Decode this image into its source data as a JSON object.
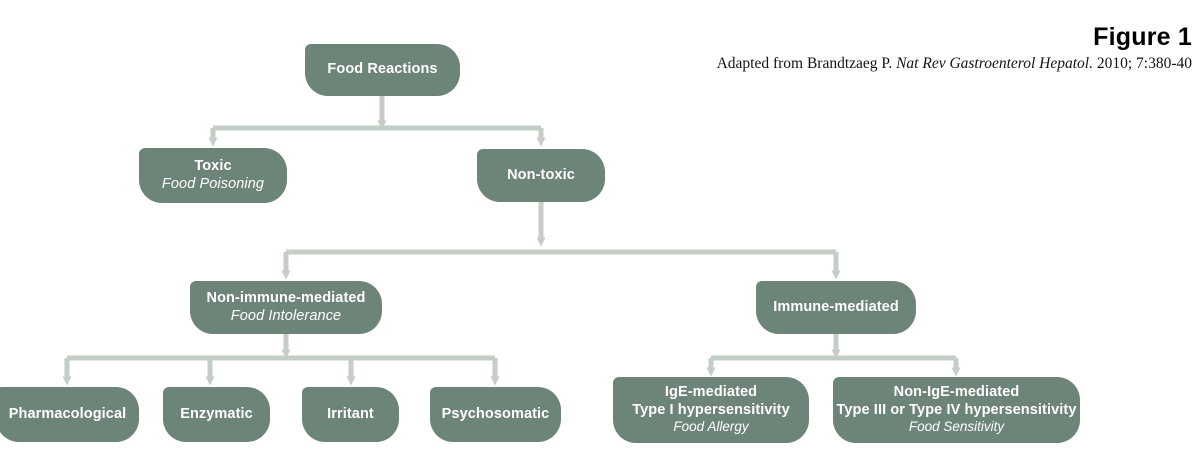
{
  "figure": {
    "title": "Figure 1",
    "credit_prefix": "Adapted from Brandtzaeg P. ",
    "credit_journal": "Nat Rev Gastroenterol Hepatol.",
    "credit_suffix": " 2010; 7:380-40"
  },
  "colors": {
    "node_fill": "#6d8478",
    "node_text": "#ffffff",
    "connector": "#c4cdc6",
    "background": "#ffffff",
    "heading_text": "#000000"
  },
  "nodes": {
    "food_reactions": {
      "title": "Food Reactions"
    },
    "toxic": {
      "title": "Toxic",
      "subtitle": "Food Poisoning"
    },
    "nontoxic": {
      "title": "Non-toxic"
    },
    "non_immune": {
      "title": "Non-immune-mediated",
      "subtitle": "Food Intolerance"
    },
    "immune": {
      "title": "Immune-mediated"
    },
    "pharmacological": {
      "title": "Pharmacological"
    },
    "enzymatic": {
      "title": "Enzymatic"
    },
    "irritant": {
      "title": "Irritant"
    },
    "psychosomatic": {
      "title": "Psychosomatic"
    },
    "ige_mediated": {
      "title": "IgE-mediated",
      "line2": "Type I hypersensitivity",
      "subtitle": "Food Allergy"
    },
    "non_ige_mediated": {
      "title": "Non-IgE-mediated",
      "line2": "Type III or Type IV hypersensitivity",
      "subtitle": "Food Sensitivity"
    }
  },
  "chart_data": {
    "type": "diagram",
    "title": "Figure 1",
    "diagram_kind": "hierarchical-flowchart",
    "levels": [
      [
        "Food Reactions"
      ],
      [
        "Toxic / Food Poisoning",
        "Non-toxic"
      ],
      [
        "Non-immune-mediated / Food Intolerance",
        "Immune-mediated"
      ],
      [
        "Pharmacological",
        "Enzymatic",
        "Irritant",
        "Psychosomatic",
        "IgE-mediated / Type I hypersensitivity / Food Allergy",
        "Non-IgE-mediated / Type III or Type IV hypersensitivity / Food Sensitivity"
      ]
    ],
    "edges": [
      {
        "from": "Food Reactions",
        "to": "Toxic"
      },
      {
        "from": "Food Reactions",
        "to": "Non-toxic"
      },
      {
        "from": "Non-toxic",
        "to": "Non-immune-mediated"
      },
      {
        "from": "Non-toxic",
        "to": "Immune-mediated"
      },
      {
        "from": "Non-immune-mediated",
        "to": "Pharmacological"
      },
      {
        "from": "Non-immune-mediated",
        "to": "Enzymatic"
      },
      {
        "from": "Non-immune-mediated",
        "to": "Irritant"
      },
      {
        "from": "Non-immune-mediated",
        "to": "Psychosomatic"
      },
      {
        "from": "Immune-mediated",
        "to": "IgE-mediated"
      },
      {
        "from": "Immune-mediated",
        "to": "Non-IgE-mediated"
      }
    ]
  }
}
